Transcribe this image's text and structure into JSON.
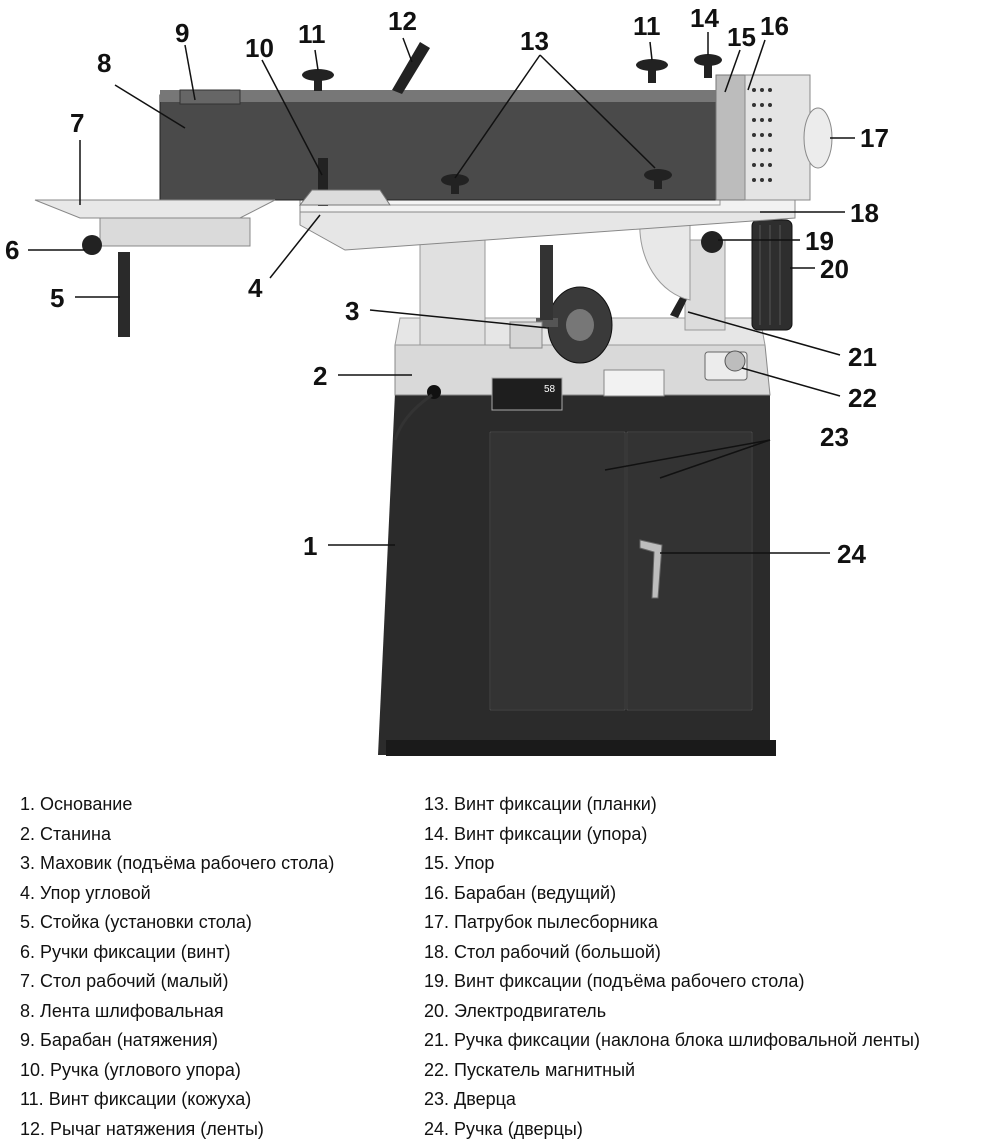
{
  "callout_numbers": [
    "1",
    "2",
    "3",
    "4",
    "5",
    "6",
    "7",
    "8",
    "9",
    "10",
    "11",
    "11",
    "12",
    "13",
    "14",
    "15",
    "16",
    "17",
    "18",
    "19",
    "20",
    "21",
    "22",
    "23",
    "24"
  ],
  "legend": {
    "left": [
      "1. Основание",
      "2. Станина",
      "3. Маховик (подъёма рабочего  стола)",
      "4. Упор угловой",
      "5. Стойка (установки стола)",
      "6. Ручки фиксации (винт)",
      "7. Стол рабочий (малый)",
      "8. Лента шлифовальная",
      "9. Барабан (натяжения)",
      "10. Ручка (углового упора)",
      "11. Винт фиксации (кожуха)",
      "12. Рычаг натяжения (ленты)"
    ],
    "right": [
      "13. Винт фиксации (планки)",
      "14. Винт фиксации (упора)",
      "15. Упор",
      "16. Барабан (ведущий)",
      "17. Патрубок пылесборника",
      "18. Стол рабочий (большой)",
      "19. Винт фиксации (подъёма рабочего  стола)",
      "20. Электродвигатель",
      "21. Ручка фиксации (наклона блока шлифовальной ленты)",
      "22. Пускатель магнитный",
      "23. Дверца",
      "24. Ручка (дверцы)"
    ]
  },
  "badge_text": "58"
}
